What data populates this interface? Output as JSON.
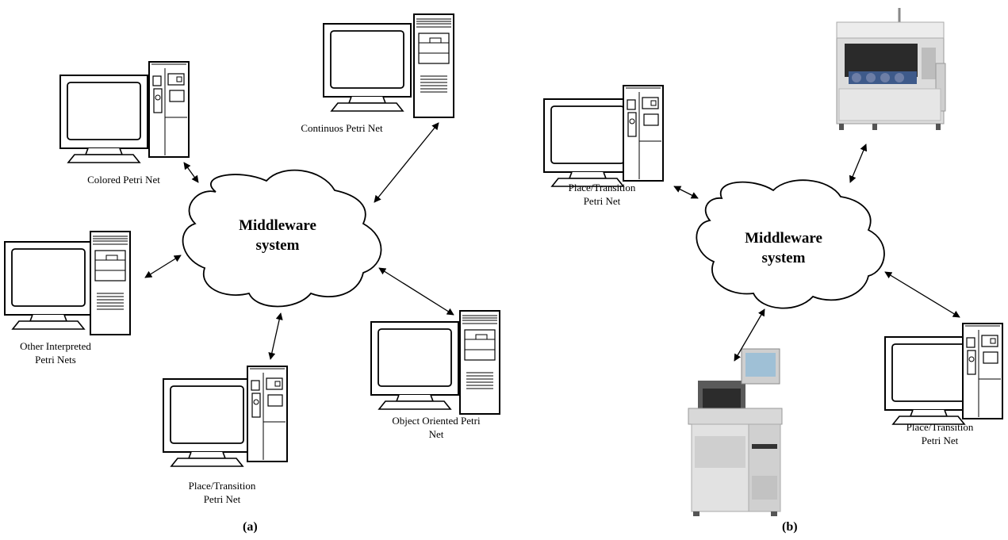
{
  "panel_a": {
    "caption": "(a)",
    "middleware_line1": "Middleware",
    "middleware_line2": "system",
    "labels": {
      "colored": "Colored Petri Net",
      "continuous": "Continuos Petri Net",
      "other_line1": "Other Interpreted",
      "other_line2": "Petri Nets",
      "place_line1": "Place/Transition",
      "place_line2": "Petri Net",
      "object_line1": "Object Oriented Petri",
      "object_line2": "Net"
    }
  },
  "panel_b": {
    "caption": "(b)",
    "middleware_line1": "Middleware",
    "middleware_line2": "system",
    "labels": {
      "place1_line1": "Place/Transition",
      "place1_line2": "Petri Net",
      "place2_line1": "Place/Transition",
      "place2_line2": "Petri Net"
    }
  }
}
